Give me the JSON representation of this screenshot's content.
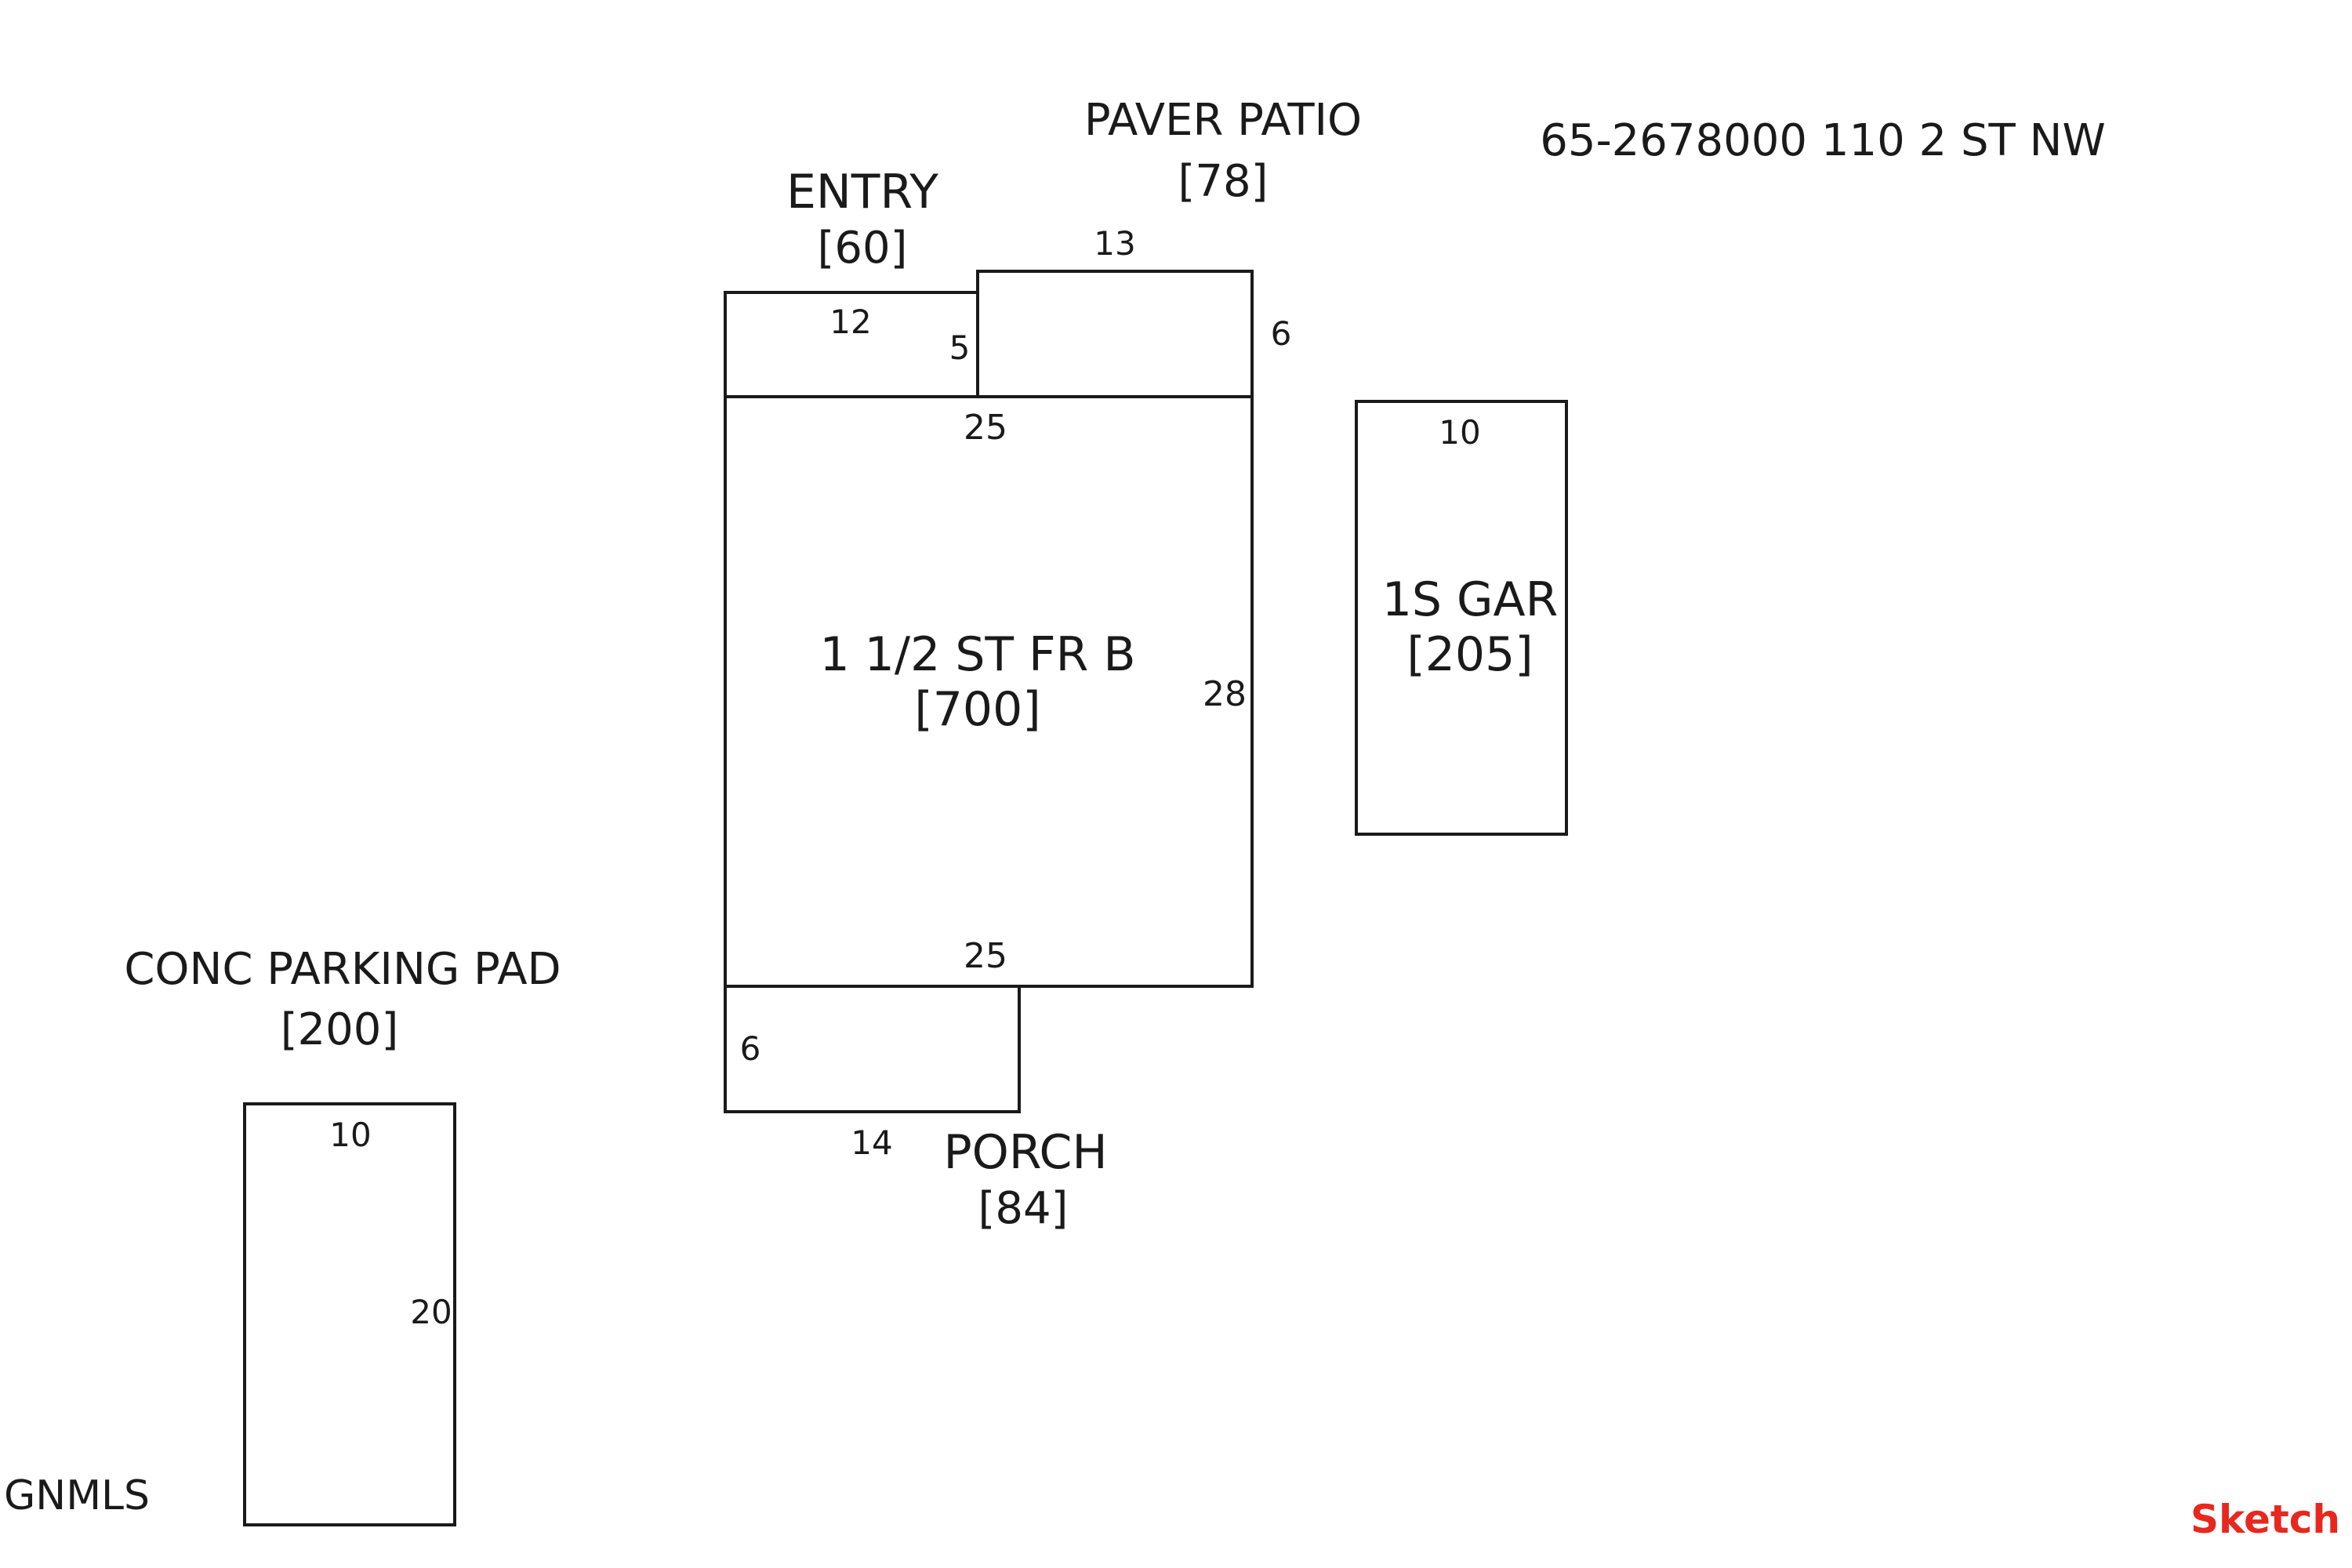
{
  "parcel_label": "65-2678000 110 2 ST NW",
  "watermark": "GNMLS",
  "sketch_tag": "Sketch",
  "sketch_tag_color": "#e8281e",
  "areas": {
    "paver_patio": {
      "name": "PAVER PATIO",
      "area": "[78]",
      "hatch_color": "#1f7a6e",
      "dims": {
        "top": "13",
        "right": "6",
        "left": "5"
      }
    },
    "entry": {
      "name": "ENTRY",
      "area": "[60]",
      "dims": {
        "top": "12"
      }
    },
    "main_house": {
      "name": "1 1/2 ST FR B",
      "area": "[700]",
      "dims": {
        "top": "25",
        "right": "28",
        "bottom": "25"
      }
    },
    "garage": {
      "name": "1S GAR",
      "area": "[205]",
      "dims": {
        "top": "10"
      }
    },
    "porch": {
      "name": "PORCH",
      "area": "[84]",
      "hatch_color": "#c8202a",
      "dims": {
        "left": "6",
        "bottom": "14"
      }
    },
    "parking_pad": {
      "name": "CONC PARKING PAD",
      "area": "[200]",
      "hatch_color": "#555555",
      "dims": {
        "top": "10",
        "right": "20"
      }
    }
  }
}
